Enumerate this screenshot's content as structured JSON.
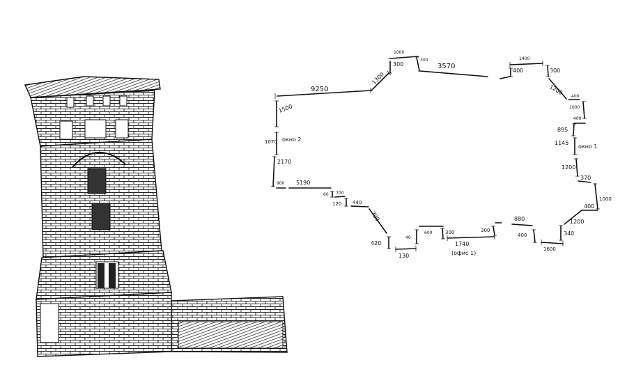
{
  "plan": {
    "labels": {
      "top_left_long": "9250",
      "diag_top": "1300",
      "bay_top": "1000",
      "bay_left": "300",
      "bay_right": "300",
      "top_mid": "3570",
      "right_bay_top": "1400",
      "right_bay_left": "400",
      "right_bay_right": "300",
      "diag_right": "1200",
      "step_a": "400",
      "step_b": "1000",
      "step_c": "400",
      "right_895": "895",
      "right_1145": "1145",
      "window_1": "окно 1",
      "right_1200": "1200",
      "right_370": "370",
      "right_1000": "1000",
      "right_400": "400",
      "diag_bottom_right": "1200",
      "bottom_340": "340",
      "bottom_1600": "1600",
      "bottom_400": "400",
      "bottom_880": "880",
      "bottom_300a": "300",
      "bottom_1740": "1740",
      "office_1": "(офис 1)",
      "bottom_300b": "300",
      "bottom_600": "600",
      "bottom_40": "40",
      "bottom_130": "130",
      "bottom_420": "420",
      "diag_bottom_left": "700",
      "bottom_440": "440",
      "bottom_120": "120",
      "bottom_700": "700",
      "bottom_60": "60",
      "bottom_5190": "5190",
      "bottom_900": "900",
      "left_2170": "2170",
      "left_1070": "1070",
      "window_2": "окно 2",
      "left_1500": "1500"
    }
  }
}
